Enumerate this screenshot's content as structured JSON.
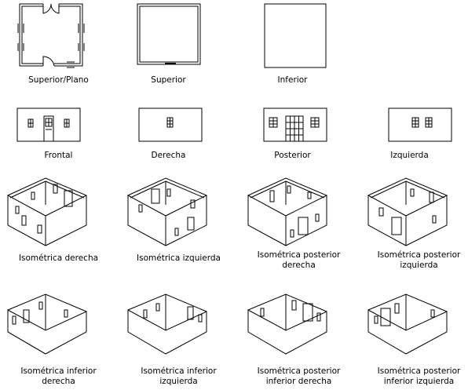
{
  "views": [
    {
      "id": "superior-plano",
      "label": "Superior/Plano"
    },
    {
      "id": "superior",
      "label": "Superior"
    },
    {
      "id": "inferior",
      "label": "Inferior"
    },
    {
      "id": "frontal",
      "label": "Frontal"
    },
    {
      "id": "derecha",
      "label": "Derecha"
    },
    {
      "id": "posterior",
      "label": "Posterior"
    },
    {
      "id": "izquierda",
      "label": "Izquierda"
    },
    {
      "id": "iso-derecha",
      "label": "Isométrica derecha"
    },
    {
      "id": "iso-izquierda",
      "label": "Isométrica izquierda"
    },
    {
      "id": "iso-posterior-derecha",
      "label": "Isométrica posterior\nderecha"
    },
    {
      "id": "iso-posterior-izquierda",
      "label": "Isométrica posterior\nizquierda"
    },
    {
      "id": "iso-inferior-derecha",
      "label": "Isométrica inferior\nderecha"
    },
    {
      "id": "iso-inferior-izquierda",
      "label": "Isométrica inferior\nizquierda"
    },
    {
      "id": "iso-posterior-inferior-derecha",
      "label": "Isométrica posterior\ninferior derecha"
    },
    {
      "id": "iso-posterior-inferior-izquierda",
      "label": "Isométrica posterior\ninferior izquierda"
    }
  ]
}
